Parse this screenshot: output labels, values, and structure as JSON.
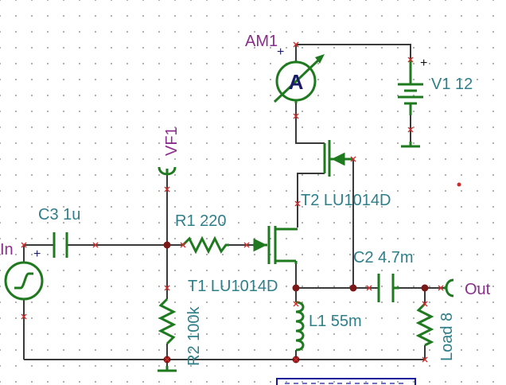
{
  "colors": {
    "wire": "#3a3a3a",
    "component": "#1f7a1f",
    "label": "#2e7f8a",
    "node_label": "#8a2d8c",
    "ammeter_text": "#1b1b6b",
    "junction": "#7a1818",
    "pin_marker": "#d02a2a",
    "selection_box": "#1a1a9c"
  },
  "labels": {
    "am1": "AM1",
    "am_symbol": "A",
    "plus": "+",
    "v1": "V1 12",
    "vf1": "VF1",
    "t2": "T2 LU1014D",
    "c3": "C3 1u",
    "r1": "R1 220",
    "in": "In",
    "c2": "C2 4.7m",
    "t1": "T1 LU1014D",
    "out": "Out",
    "r2": "R2 100k",
    "l1": "L1 55m",
    "load": "Load 8"
  }
}
